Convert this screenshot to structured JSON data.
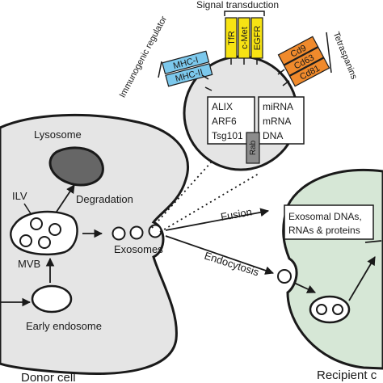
{
  "colors": {
    "cell_fill": "#e5e5e5",
    "recipient_fill": "#d6e7d6",
    "lysosome_fill": "#666666",
    "rab_fill": "#8c8c8c",
    "mhc_fill": "#7cc8ec",
    "signal_fill": "#f7e313",
    "tetraspanin_fill": "#f08a2c"
  },
  "labels": {
    "signal_transduction": "Signal transduction",
    "tetraspanins": "Tetraspanins",
    "immunogenic_regulator": "Immunogenic regulator",
    "lysosome": "Lysosome",
    "ilv": "ILV",
    "degradation": "Degradation",
    "mvb": "MVB",
    "early_endosome": "Early endosome",
    "exosomes": "Exosomes",
    "fusion": "Fusion",
    "endocytosis": "Endocytosis",
    "donor_cell": "Donor cell",
    "recipient_cell": "Recipient c",
    "cargo_line1": "Exosomal DNAs,",
    "cargo_line2": "RNAs & proteins"
  },
  "markers": {
    "mhc": [
      "MHC-I",
      "MHC-II"
    ],
    "signal": [
      "TfR",
      "c-Met",
      "EGFR"
    ],
    "tetraspanins": [
      "Cd9",
      "Cd63",
      "Cd81"
    ],
    "proteins": [
      "ALIX",
      "ARF6",
      "Tsg101"
    ],
    "nucleic": [
      "miRNA",
      "mRNA",
      "DNA"
    ],
    "rab": "Rab"
  }
}
